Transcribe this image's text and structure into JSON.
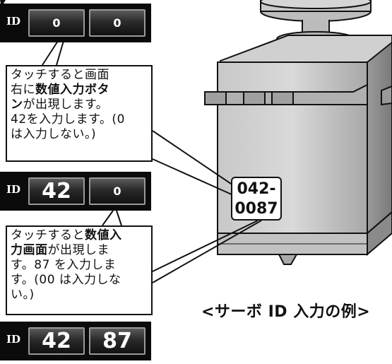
{
  "panel1": {
    "id_label": "ID",
    "value1": "0",
    "value2": "0"
  },
  "panel2": {
    "id_label": "ID",
    "value1": "42",
    "value2": "0"
  },
  "panel3": {
    "id_label": "ID",
    "value1": "42",
    "value2": "87"
  },
  "callout1": {
    "line1": "タッチすると画面",
    "line2_pre": "右に",
    "line2_bold": "数値入力ボタ",
    "line3_bold": "ン",
    "line3_post": "が出現します。",
    "line4": "42を入力します。(0",
    "line5": "は入力しない。)"
  },
  "callout2": {
    "line1_pre": "タッチすると",
    "line1_bold": "数値入",
    "line2_bold": "力画面",
    "line2_post": "が出現しま",
    "line3": "す。87 を入力しま",
    "line4": "す。(00 は入力しな",
    "line5": "い。)"
  },
  "servo_label": {
    "line1": "042-",
    "line2": "0087"
  },
  "caption": "<サーボ ID 入力の例>"
}
